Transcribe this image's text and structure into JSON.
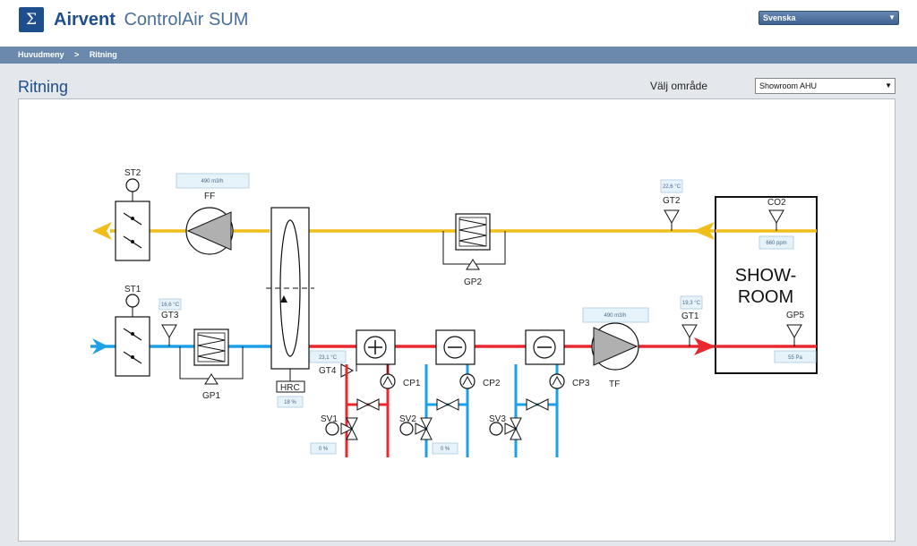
{
  "header": {
    "logo_symbol": "Σ",
    "brand_primary": "Airvent",
    "brand_secondary": "ControlAir SUM",
    "language": "Svenska"
  },
  "breadcrumb": {
    "items": [
      "Huvudmeny",
      "Ritning"
    ],
    "separator": ">"
  },
  "page": {
    "title": "Ritning",
    "area_label": "Välj område",
    "area_value": "Showroom AHU"
  },
  "diagram": {
    "room_label_line1": "SHOW-",
    "room_label_line2": "ROOM",
    "labels": {
      "st2": "ST2",
      "st1": "ST1",
      "ff": "FF",
      "tf": "TF",
      "gt2": "GT2",
      "gt3": "GT3",
      "gt1": "GT1",
      "gt4": "GT4",
      "co2": "CO2",
      "gp2": "GP2",
      "gp1": "GP1",
      "gp5": "GP5",
      "hrc": "HRC",
      "cp1": "CP1",
      "cp2": "CP2",
      "cp3": "CP3",
      "sv1": "SV1",
      "sv2": "SV2",
      "sv3": "SV3"
    },
    "values": {
      "ff_flow": "490 m3/h",
      "gt2_temp": "22,6 °C",
      "co2": "660 ppm",
      "gt3_temp": "16,6 °C",
      "tf_flow": "490 m3/h",
      "gt1_temp": "19,3 °C",
      "gp5_pressure": "55 Pa",
      "gt4_temp": "23,1 °C",
      "hrc_pct": "18 %",
      "sv1_pct": "0 %",
      "sv2_pct": "0 %"
    },
    "colors": {
      "exhaust_air": "#f0be1a",
      "outdoor_air": "#1ea0e6",
      "supply_air": "#e8282e",
      "heating_water": "#e8282e",
      "cooling_water": "#1ea0e6"
    },
    "icons": [
      "fan-icon",
      "damper-icon",
      "heat-exchanger-icon",
      "heating-coil-icon",
      "cooling-coil-icon",
      "sensor-icon",
      "pump-icon",
      "valve-icon",
      "filter-icon"
    ]
  }
}
